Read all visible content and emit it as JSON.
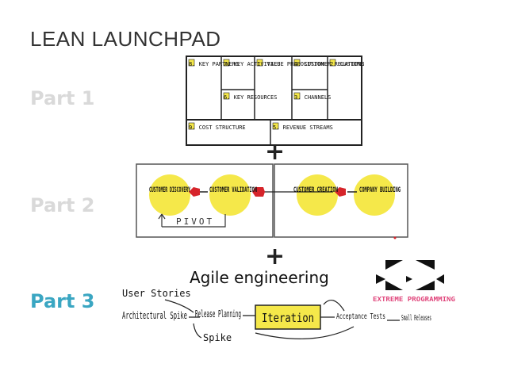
{
  "slide": {
    "title": "LEAN LAUNCHPAD",
    "parts": [
      "Part 1",
      "Part 2",
      "Part 3"
    ],
    "plus": "+",
    "agile_label": "Agile engineering"
  },
  "canvas": {
    "cells": [
      "8. KEY PARTNERS",
      "7. KEY ACTIVITIES",
      "6. KEY RESOURCES",
      "1. VALUE PROPOSITION",
      "4. CUSTOMER RELATIONSHIPS",
      "3. CHANNELS",
      "2. CUSTOMER SEGMENTS",
      "9. COST STRUCTURE",
      "5. REVENUE STREAMS"
    ]
  },
  "customer_development": {
    "steps": [
      "CUSTOMER DISCOVERY",
      "CUSTOMER VALIDATION",
      "CUSTOMER CREATION",
      "COMPANY BUILDING"
    ],
    "pivot": "PIVOT"
  },
  "xp": {
    "logo_text": "EXTREME PROGRAMMING",
    "inputs": [
      "User Stories",
      "Architectural Spike"
    ],
    "release_planning": "Release Planning",
    "spike": "Spike",
    "iteration": "Iteration",
    "acceptance_tests": "Acceptance Tests",
    "small_releases": "Small Releases"
  },
  "colors": {
    "accent": "#3aa6c2",
    "muted": "#d9d9d9",
    "highlight": "#f5e84a",
    "marker": "#d6242a",
    "logo_text": "#e0457b"
  }
}
